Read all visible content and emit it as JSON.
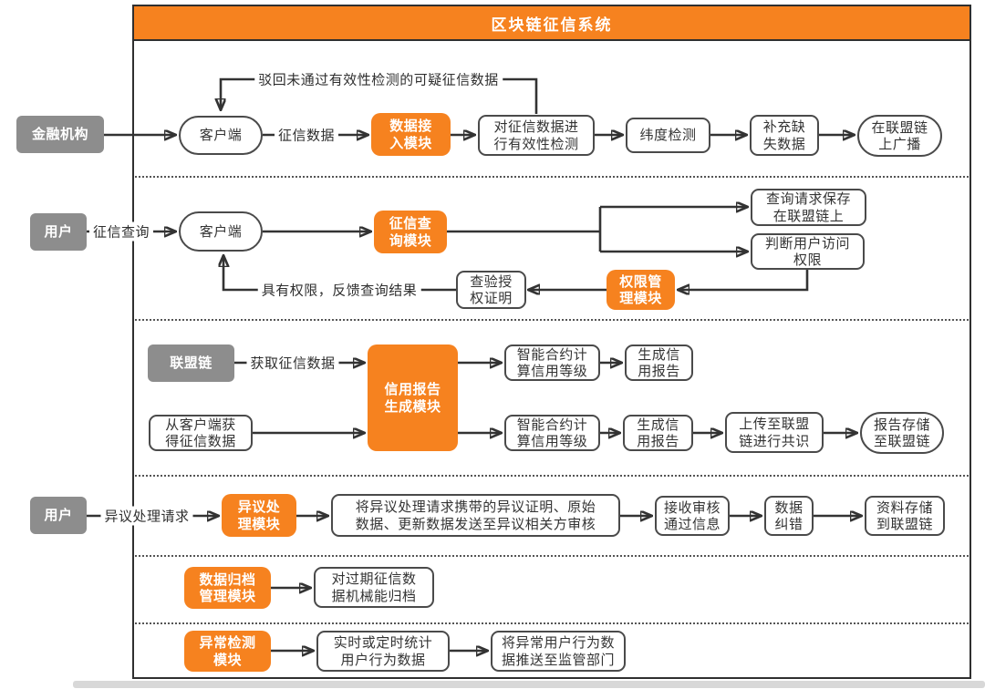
{
  "title": "区块链征信系统",
  "colors": {
    "accent_orange": "#F6821F",
    "actor_gray": "#8D8D8D",
    "line_dark": "#333333"
  },
  "row1": {
    "actor": "金融机构",
    "client": "客户端",
    "label_credit_data": "征信数据",
    "module_data_access": "数据接\n入模块",
    "validity_check": "对征信数据进\n行有效性检测",
    "dimension_check": "纬度检测",
    "fill_missing": "补充缺\n失数据",
    "broadcast": "在联盟链\n上广播",
    "reject_label": "驳回未通过有效性检测的可疑征信数据"
  },
  "row2": {
    "actor": "用户",
    "query_label": "征信查询",
    "client": "客户端",
    "module_query": "征信查\n询模块",
    "save_request": "查询请求保存\n在联盟链上",
    "judge_access": "判断用户访问\n权限",
    "module_permission": "权限管\n理模块",
    "verify_auth": "查验授\n权证明",
    "feedback_label": "具有权限，反馈查询结果"
  },
  "row3": {
    "actor": "联盟链",
    "get_data_label": "获取征信数据",
    "module_report": "信用报告\n生成模块",
    "from_client": "从客户端获\n得征信数据",
    "smart_contract_top": "智能合约计\n算信用等级",
    "gen_report_top": "生成信\n用报告",
    "smart_contract_bottom": "智能合约计\n算信用等级",
    "gen_report_bottom": "生成信\n用报告",
    "upload_consensus": "上传至联盟\n链进行共识",
    "report_store": "报告存储\n至联盟链"
  },
  "row4": {
    "actor": "用户",
    "dispute_label": "异议处理请求",
    "module_dispute": "异议处\n理模块",
    "send_review": "将异议处理请求携带的异议证明、原始\n数据、更新数据发送至异议相关方审核",
    "receive_approval": "接收审核\n通过信息",
    "data_correction": "数据\n纠错",
    "store_chain": "资料存储\n到联盟链"
  },
  "row5": {
    "module_archive": "数据归档\n管理模块",
    "archive_expired": "对过期征信数\n据机械能归档"
  },
  "row6": {
    "module_anomaly": "异常检测\n模块",
    "stat_behavior": "实时或定时统计\n用户行为数据",
    "push_regulator": "将异常用户行为数\n据推送至监管部门"
  }
}
